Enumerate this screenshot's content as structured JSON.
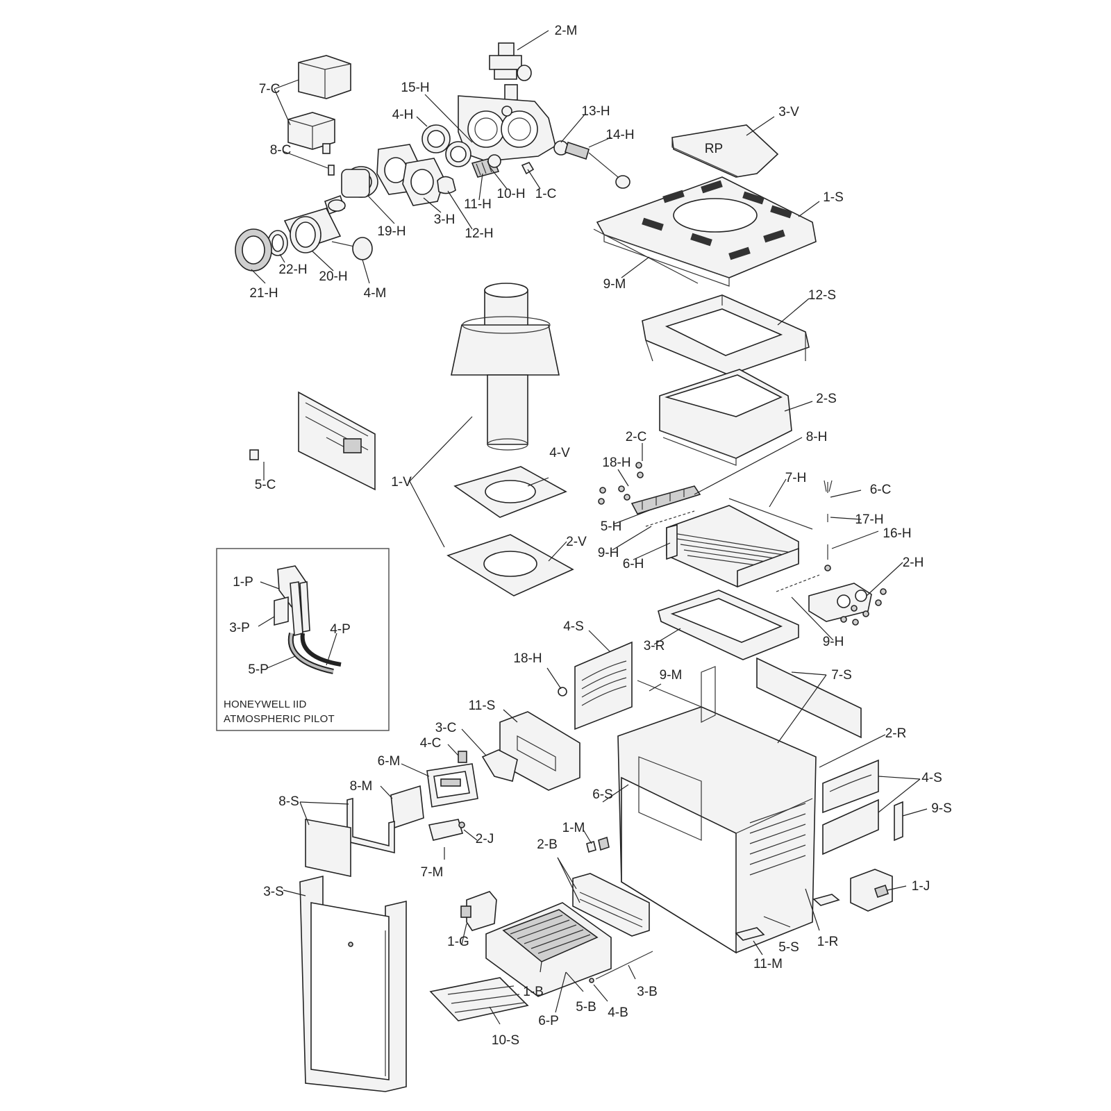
{
  "diagram": {
    "labels": [
      {
        "id": "2-M",
        "text": "2-M"
      },
      {
        "id": "7-C",
        "text": "7-C"
      },
      {
        "id": "15-H",
        "text": "15-H"
      },
      {
        "id": "13-H",
        "text": "13-H"
      },
      {
        "id": "3-V",
        "text": "3-V"
      },
      {
        "id": "4-H",
        "text": "4-H"
      },
      {
        "id": "14-H",
        "text": "14-H"
      },
      {
        "id": "8-C",
        "text": "8-C"
      },
      {
        "id": "1-S",
        "text": "1-S"
      },
      {
        "id": "10-H",
        "text": "10-H"
      },
      {
        "id": "1-C",
        "text": "1-C"
      },
      {
        "id": "11-H",
        "text": "11-H"
      },
      {
        "id": "3-H",
        "text": "3-H"
      },
      {
        "id": "19-H",
        "text": "19-H"
      },
      {
        "id": "12-H",
        "text": "12-H"
      },
      {
        "id": "22-H",
        "text": "22-H"
      },
      {
        "id": "20-H",
        "text": "20-H"
      },
      {
        "id": "9-M",
        "text": "9-M"
      },
      {
        "id": "21-H",
        "text": "21-H"
      },
      {
        "id": "4-M",
        "text": "4-M"
      },
      {
        "id": "12-S",
        "text": "12-S"
      },
      {
        "id": "2-S",
        "text": "2-S"
      },
      {
        "id": "2-C",
        "text": "2-C"
      },
      {
        "id": "8-H",
        "text": "8-H"
      },
      {
        "id": "18-H",
        "text": "18-H"
      },
      {
        "id": "4-V",
        "text": "4-V"
      },
      {
        "id": "7-H",
        "text": "7-H"
      },
      {
        "id": "6-C",
        "text": "6-C"
      },
      {
        "id": "1-V",
        "text": "1-V"
      },
      {
        "id": "5-C",
        "text": "5-C"
      },
      {
        "id": "5-H",
        "text": "5-H"
      },
      {
        "id": "17-H",
        "text": "17-H"
      },
      {
        "id": "16-H",
        "text": "16-H"
      },
      {
        "id": "2-V",
        "text": "2-V"
      },
      {
        "id": "9-H",
        "text": "9-H"
      },
      {
        "id": "6-H",
        "text": "6-H"
      },
      {
        "id": "2-H",
        "text": "2-H"
      },
      {
        "id": "1-P",
        "text": "1-P"
      },
      {
        "id": "3-P",
        "text": "3-P"
      },
      {
        "id": "4-P",
        "text": "4-P"
      },
      {
        "id": "5-P",
        "text": "5-P"
      },
      {
        "id": "3-R",
        "text": "3-R"
      },
      {
        "id": "4-S",
        "text": "4-S"
      },
      {
        "id": "9-H-b",
        "text": "9-H"
      },
      {
        "id": "18-H-b",
        "text": "18-H"
      },
      {
        "id": "9-M-b",
        "text": "9-M"
      },
      {
        "id": "7-S",
        "text": "7-S"
      },
      {
        "id": "11-S",
        "text": "11-S"
      },
      {
        "id": "3-C",
        "text": "3-C"
      },
      {
        "id": "4-C",
        "text": "4-C"
      },
      {
        "id": "2-R",
        "text": "2-R"
      },
      {
        "id": "6-M",
        "text": "6-M"
      },
      {
        "id": "4-S-b",
        "text": "4-S"
      },
      {
        "id": "8-M",
        "text": "8-M"
      },
      {
        "id": "8-S",
        "text": "8-S"
      },
      {
        "id": "6-S",
        "text": "6-S"
      },
      {
        "id": "9-S",
        "text": "9-S"
      },
      {
        "id": "1-M",
        "text": "1-M"
      },
      {
        "id": "2-J",
        "text": "2-J"
      },
      {
        "id": "2-B",
        "text": "2-B"
      },
      {
        "id": "7-M",
        "text": "7-M"
      },
      {
        "id": "3-S",
        "text": "3-S"
      },
      {
        "id": "1-J",
        "text": "1-J"
      },
      {
        "id": "1-G",
        "text": "1-G"
      },
      {
        "id": "5-S",
        "text": "5-S"
      },
      {
        "id": "1-R",
        "text": "1-R"
      },
      {
        "id": "11-M",
        "text": "11-M"
      },
      {
        "id": "1-B",
        "text": "1-B"
      },
      {
        "id": "3-B",
        "text": "3-B"
      },
      {
        "id": "5-B",
        "text": "5-B"
      },
      {
        "id": "4-B",
        "text": "4-B"
      },
      {
        "id": "6-P",
        "text": "6-P"
      },
      {
        "id": "10-S",
        "text": "10-S"
      }
    ],
    "inset": {
      "title_line1": "HONEYWELL IID",
      "title_line2": "ATMOSPHERIC PILOT"
    },
    "top_panel_logo": "RP"
  }
}
